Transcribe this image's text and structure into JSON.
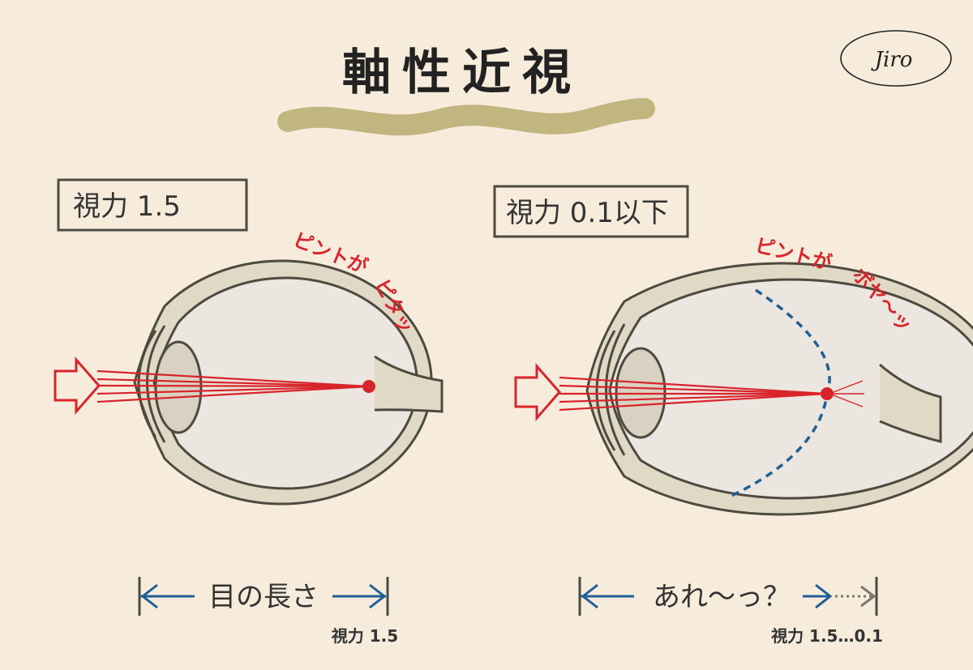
{
  "title": "軸性近視",
  "signature": "Jiro",
  "colors": {
    "background": "#f7ecdc",
    "outline": "#4d4a3f",
    "sclera_fill": "#e0d9c6",
    "inner_fill": "#ebe6df",
    "ray_red": "#d8242b",
    "dim_blue": "#1f5f95",
    "title_underline": "#b7ad6e"
  },
  "left_eye": {
    "box_label": "視力 1.5",
    "focus_text": [
      "ピントが",
      "ピタッ"
    ],
    "dimension_label": "目の長さ",
    "acuity_note": "視力 1.5"
  },
  "right_eye": {
    "box_label": "視力 0.1以下",
    "focus_text": [
      "ピントが",
      "ボヤ～ッ"
    ],
    "dimension_label": "あれ～っ？",
    "acuity_note": "視力 1.5…0.1"
  }
}
